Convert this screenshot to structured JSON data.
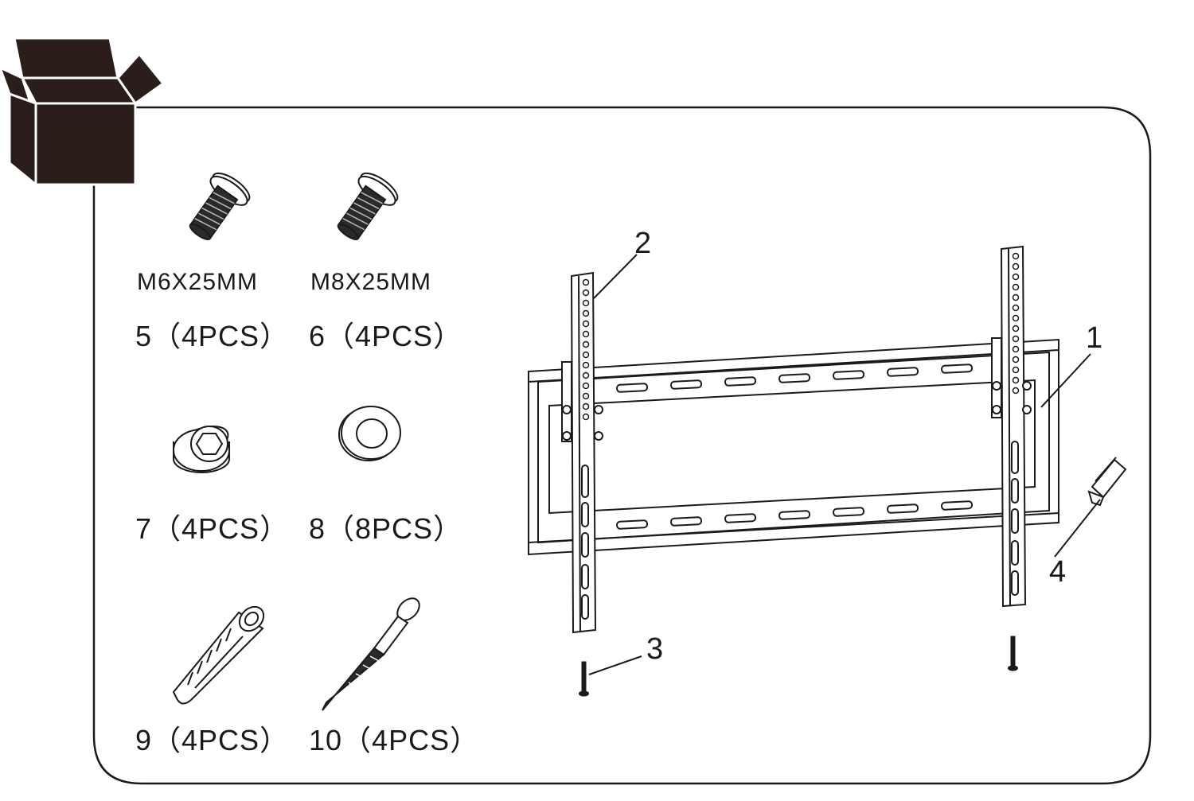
{
  "parts": {
    "p5": {
      "size": "M6X25MM",
      "qty": "5（4PCS）"
    },
    "p6": {
      "size": "M8X25MM",
      "qty": "6（4PCS）"
    },
    "p7": {
      "qty": "7（4PCS）"
    },
    "p8": {
      "qty": "8（8PCS）"
    },
    "p9": {
      "qty": "9（4PCS）"
    },
    "p10": {
      "qty": "10（4PCS）"
    }
  },
  "callouts": {
    "c1": "1",
    "c2": "2",
    "c3": "3",
    "c4": "4"
  },
  "colors": {
    "ink": "#1a1a1a",
    "box": "#2b1d1a",
    "background": "#ffffff"
  },
  "icons": [
    "box-icon",
    "bolt-icon",
    "spacer-icon",
    "washer-icon",
    "wall-anchor-icon",
    "lag-screw-icon"
  ]
}
